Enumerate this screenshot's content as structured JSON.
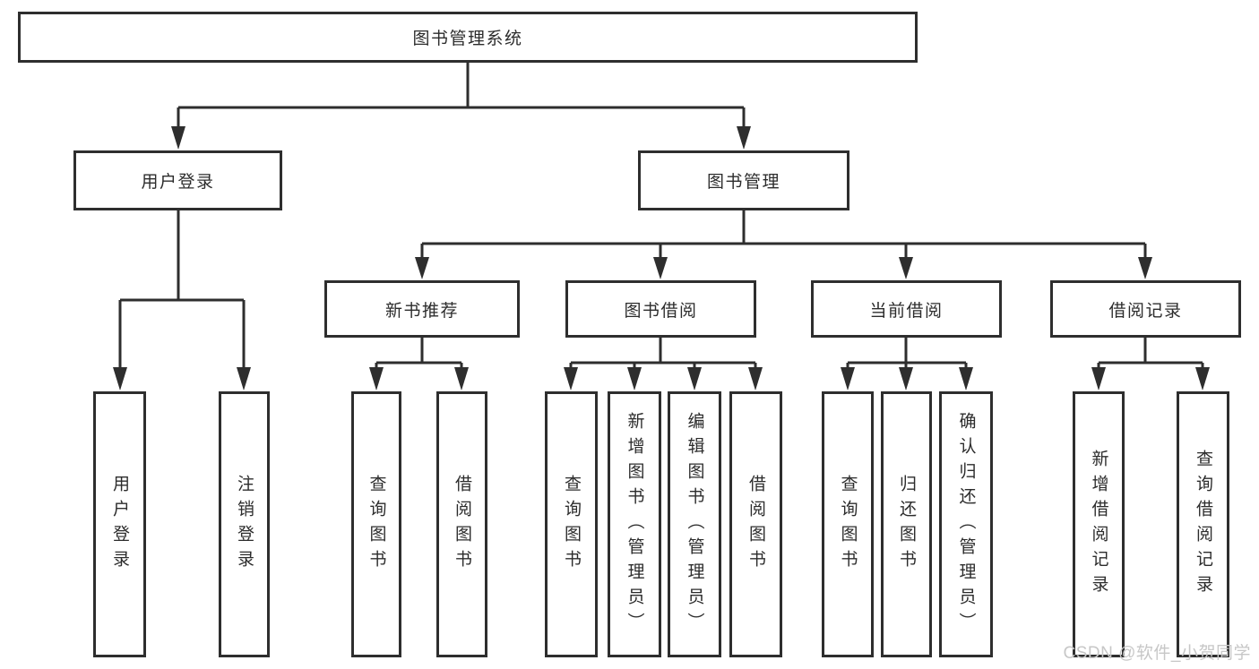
{
  "diagram": {
    "root": {
      "label": "图书管理系统"
    },
    "level2": [
      {
        "label": "用户登录"
      },
      {
        "label": "图书管理"
      }
    ],
    "level3": [
      {
        "label": "新书推荐"
      },
      {
        "label": "图书借阅"
      },
      {
        "label": "当前借阅"
      },
      {
        "label": "借阅记录"
      }
    ],
    "leaves": {
      "user_login": [
        "用户登录",
        "注销登录"
      ],
      "new_book": [
        "查询图书",
        "借阅图书"
      ],
      "book_borrow": [
        "查询图书",
        "新增图书（管理员）",
        "编辑图书（管理员）",
        "借阅图书"
      ],
      "current_borrow": [
        "查询图书",
        "归还图书",
        "确认归还（管理员）"
      ],
      "borrow_records": [
        "新增借阅记录",
        "查询借阅记录"
      ]
    },
    "colors": {
      "line": "#2e2e2e",
      "text": "#2c2c2c",
      "background": "#ffffff",
      "watermark": "#c7c7c7"
    }
  },
  "watermark": {
    "text": "CSDN @软件_小贺同学"
  }
}
